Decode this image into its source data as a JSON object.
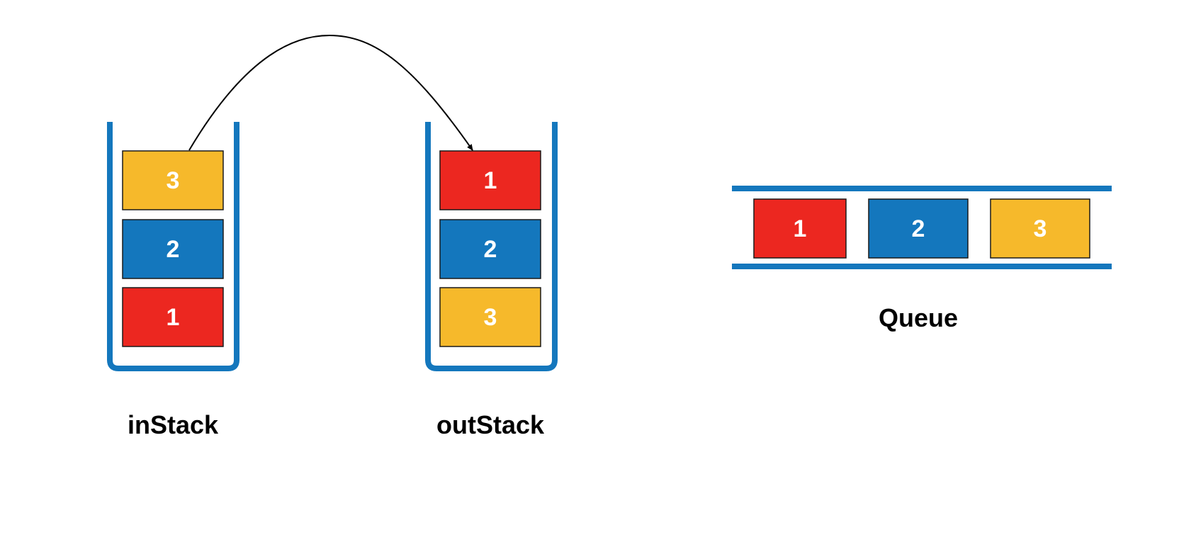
{
  "colors": {
    "container": "#1477bd",
    "red": "#ec2720",
    "blue": "#1477bd",
    "yellow": "#f6b92b",
    "block_text": "#ffffff",
    "arrow": "#000000"
  },
  "in_stack": {
    "label": "inStack",
    "blocks": [
      {
        "text": "3",
        "color": "#f6b92b"
      },
      {
        "text": "2",
        "color": "#1477bd"
      },
      {
        "text": "1",
        "color": "#ec2720"
      }
    ]
  },
  "out_stack": {
    "label": "outStack",
    "blocks": [
      {
        "text": "1",
        "color": "#ec2720"
      },
      {
        "text": "2",
        "color": "#1477bd"
      },
      {
        "text": "3",
        "color": "#f6b92b"
      }
    ]
  },
  "queue": {
    "label": "Queue",
    "blocks": [
      {
        "text": "1",
        "color": "#ec2720"
      },
      {
        "text": "2",
        "color": "#1477bd"
      },
      {
        "text": "3",
        "color": "#f6b92b"
      }
    ]
  },
  "arrow": {
    "from": "inStack",
    "to": "outStack"
  }
}
